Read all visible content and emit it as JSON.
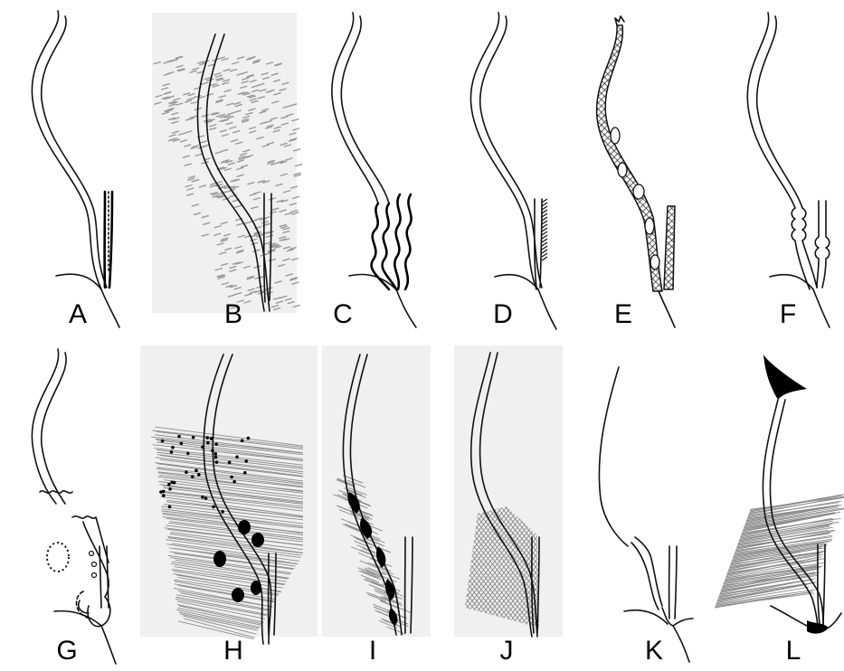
{
  "panels": [
    {
      "id": "A",
      "label": "A"
    },
    {
      "id": "B",
      "label": "B"
    },
    {
      "id": "C",
      "label": "C"
    },
    {
      "id": "D",
      "label": "D"
    },
    {
      "id": "E",
      "label": "E"
    },
    {
      "id": "F",
      "label": "F"
    },
    {
      "id": "G",
      "label": "G"
    },
    {
      "id": "H",
      "label": "H"
    },
    {
      "id": "I",
      "label": "I"
    },
    {
      "id": "J",
      "label": "J"
    },
    {
      "id": "K",
      "label": "K"
    },
    {
      "id": "L",
      "label": "L"
    }
  ]
}
